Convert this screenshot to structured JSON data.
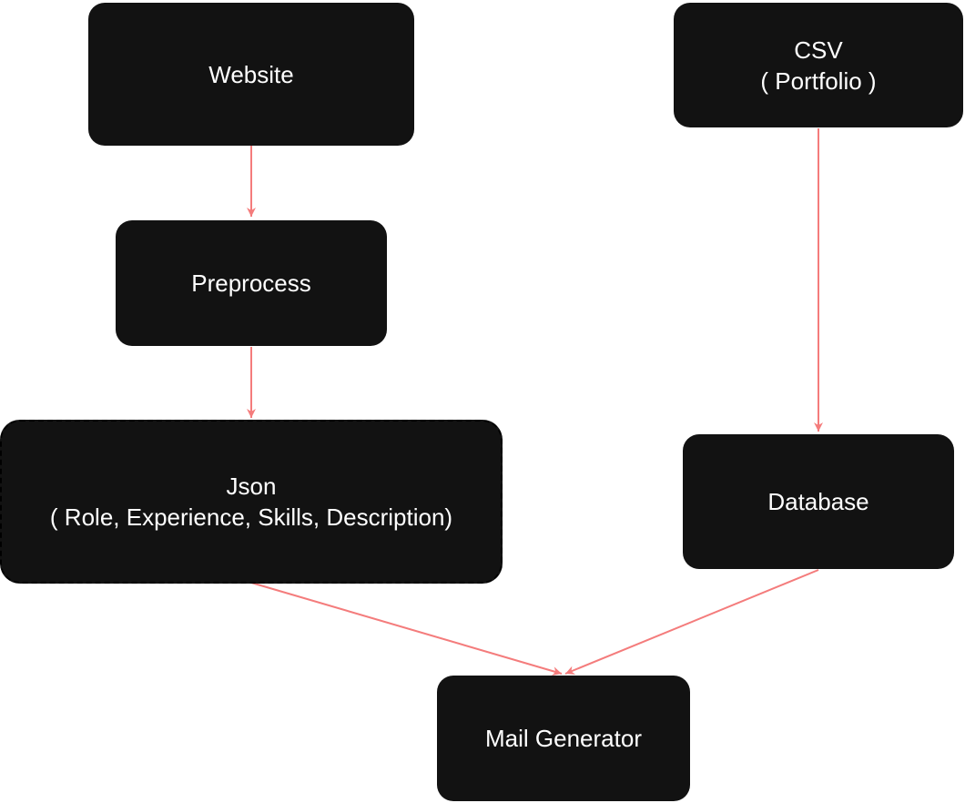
{
  "diagram": {
    "nodes": {
      "website": {
        "label": "Website"
      },
      "csv": {
        "label": "CSV",
        "sublabel": "( Portfolio )"
      },
      "preprocess": {
        "label": "Preprocess"
      },
      "json": {
        "label": "Json",
        "sublabel": "( Role, Experience, Skills, Description)"
      },
      "database": {
        "label": "Database"
      },
      "mail_generator": {
        "label": "Mail Generator"
      }
    },
    "edges": [
      {
        "from": "website",
        "to": "preprocess"
      },
      {
        "from": "preprocess",
        "to": "json"
      },
      {
        "from": "csv",
        "to": "database"
      },
      {
        "from": "json",
        "to": "mail_generator"
      },
      {
        "from": "database",
        "to": "mail_generator"
      }
    ],
    "colors": {
      "node_fill": "#121212",
      "node_text": "#ffffff",
      "edge": "#f47c7c"
    }
  }
}
